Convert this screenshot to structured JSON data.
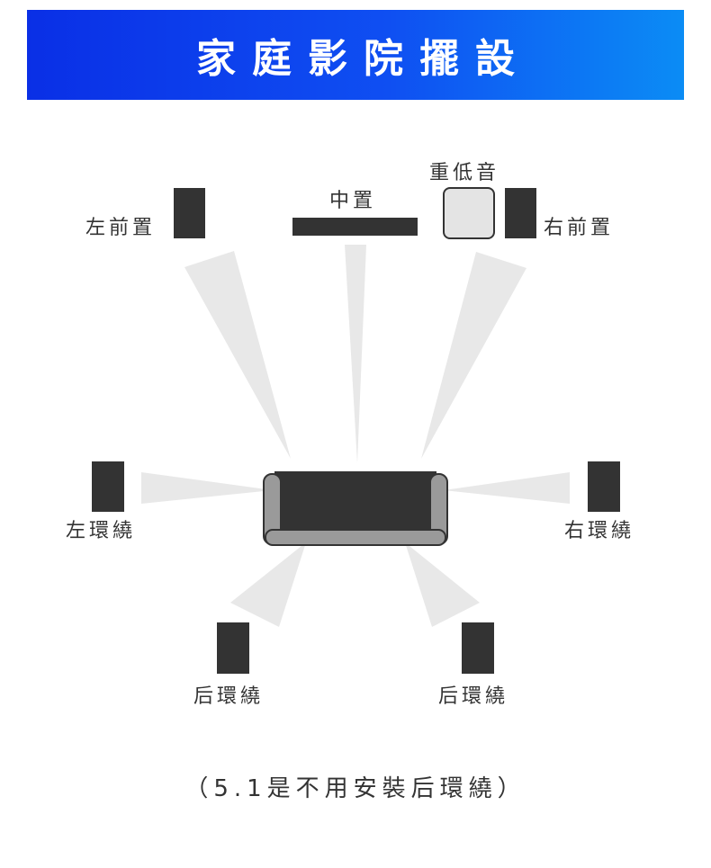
{
  "header": {
    "title": "家庭影院擺設"
  },
  "labels": {
    "front_left": "左前置",
    "center": "中置",
    "subwoofer": "重低音",
    "front_right": "右前置",
    "surround_left": "左環繞",
    "surround_right": "右環繞",
    "rear_left": "后環繞",
    "rear_right": "后環繞"
  },
  "note": "（5.1是不用安裝后環繞）",
  "colors": {
    "banner_start": "#0a2fe6",
    "banner_end": "#0b8cf5",
    "speaker": "#333333",
    "beam": "#e8e8e8",
    "sofa_frame": "#9a9a9a"
  }
}
